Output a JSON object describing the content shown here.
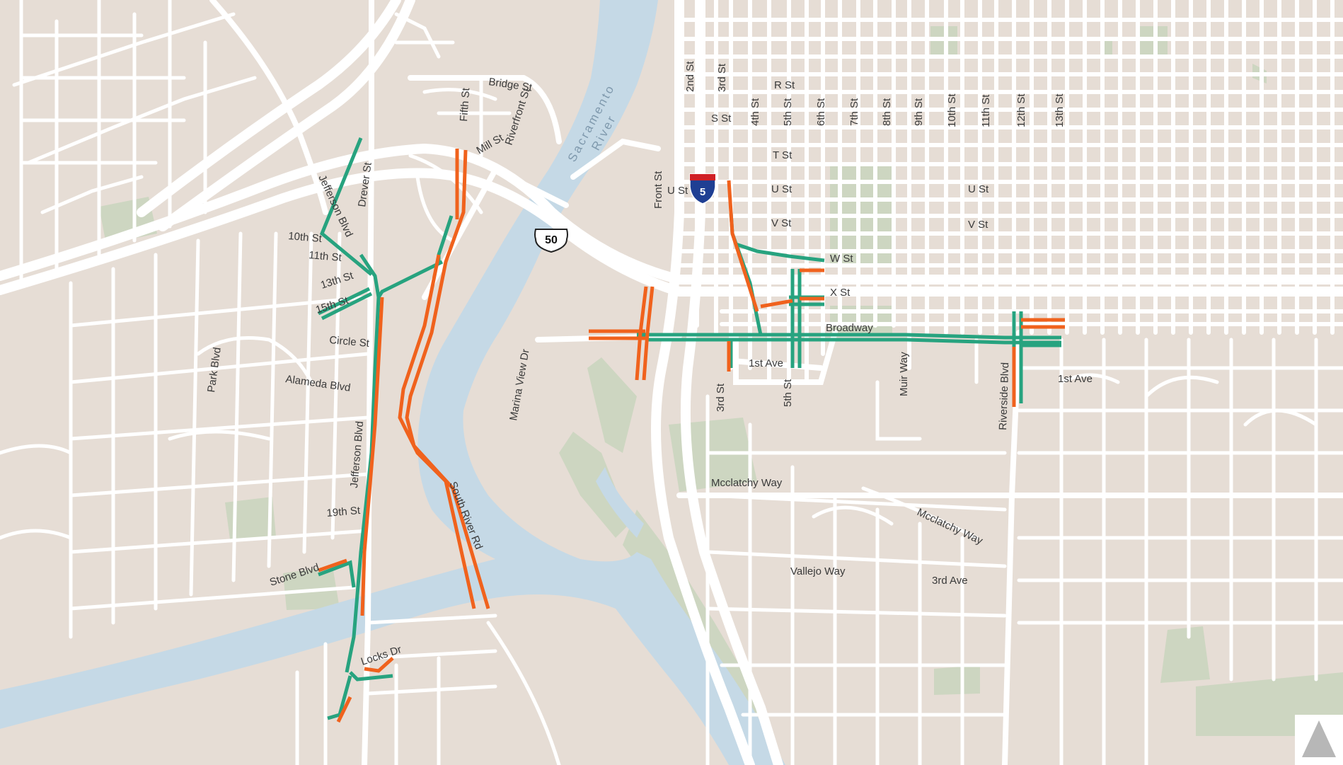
{
  "colors": {
    "land": "#e6ddd5",
    "street": "#ffffff",
    "water": "#c5d9e6",
    "park": "#cdd6c1",
    "lane_green": "#27a37f",
    "lane_orange": "#f0621d",
    "north_badge_bg": "#ffffff",
    "north_arrow": "#b7b7b7"
  },
  "highways": {
    "us50": "50",
    "i5": "5"
  },
  "river": {
    "line1": "Sacramento",
    "line2": "River"
  },
  "labels": {
    "bridge_st": "Bridge St",
    "fifth_st": "Fifth St",
    "riverfront_st": "Riverfront St",
    "mill_st": "Mill St",
    "jefferson_blvd_n": "Jefferson Blvd",
    "drever_st": "Drever St",
    "tenth_st": "10th St",
    "eleventh_st": "11th St",
    "thirteenth_st": "13th St",
    "fifteenth_st": "15th St",
    "circle_st": "Circle St",
    "alameda_blvd": "Alameda Blvd",
    "park_blvd": "Park Blvd",
    "jefferson_blvd_s": "Jefferson Blvd",
    "nineteenth_st": "19th St",
    "stone_blvd": "Stone Blvd",
    "locks_dr": "Locks Dr",
    "south_river_rd": "South River Rd",
    "marina_view_dr": "Marina View Dr",
    "front_st": "Front St",
    "u_st_front": "U St",
    "second_st": "2nd St",
    "third_st_n": "3rd St",
    "r_st": "R St",
    "s_st": "S St",
    "fourth_st": "4th St",
    "fifth_st_n": "5th St",
    "sixth_st": "6th St",
    "seventh_st": "7th St",
    "eighth_st": "8th St",
    "ninth_st": "9th St",
    "tenth_st_e": "10th St",
    "eleventh_st_e": "11th St",
    "twelfth_st": "12th St",
    "thirteenth_st_e": "13th St",
    "t_st": "T St",
    "u_st": "U St",
    "u_st_e": "U St",
    "v_st": "V St",
    "v_st_e": "V St",
    "w_st": "W St",
    "x_st": "X St",
    "broadway": "Broadway",
    "first_ave_w": "1st Ave",
    "first_ave_e": "1st Ave",
    "third_st_s": "3rd St",
    "fifth_st_s": "5th St",
    "muir_way": "Muir Way",
    "riverside_blvd": "Riverside Blvd",
    "mcclatchy_way_1": "Mcclatchy Way",
    "mcclatchy_way_2": "Mcclatchy Way",
    "vallejo_way": "Vallejo Way",
    "third_ave": "3rd Ave"
  }
}
